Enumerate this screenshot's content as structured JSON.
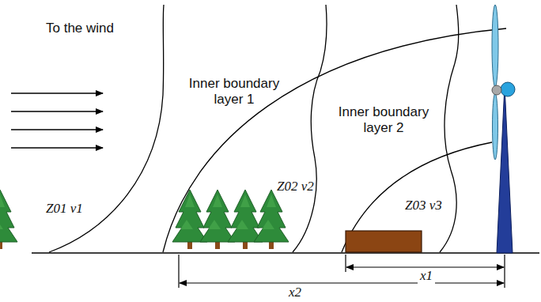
{
  "diagram": {
    "labels": [
      "To the wind",
      "Inner boundary layer 1",
      "Inner boundary layer 2",
      "Z01 v1",
      "Z02 v2",
      "Z03 v3",
      "x1",
      "x2"
    ]
  }
}
